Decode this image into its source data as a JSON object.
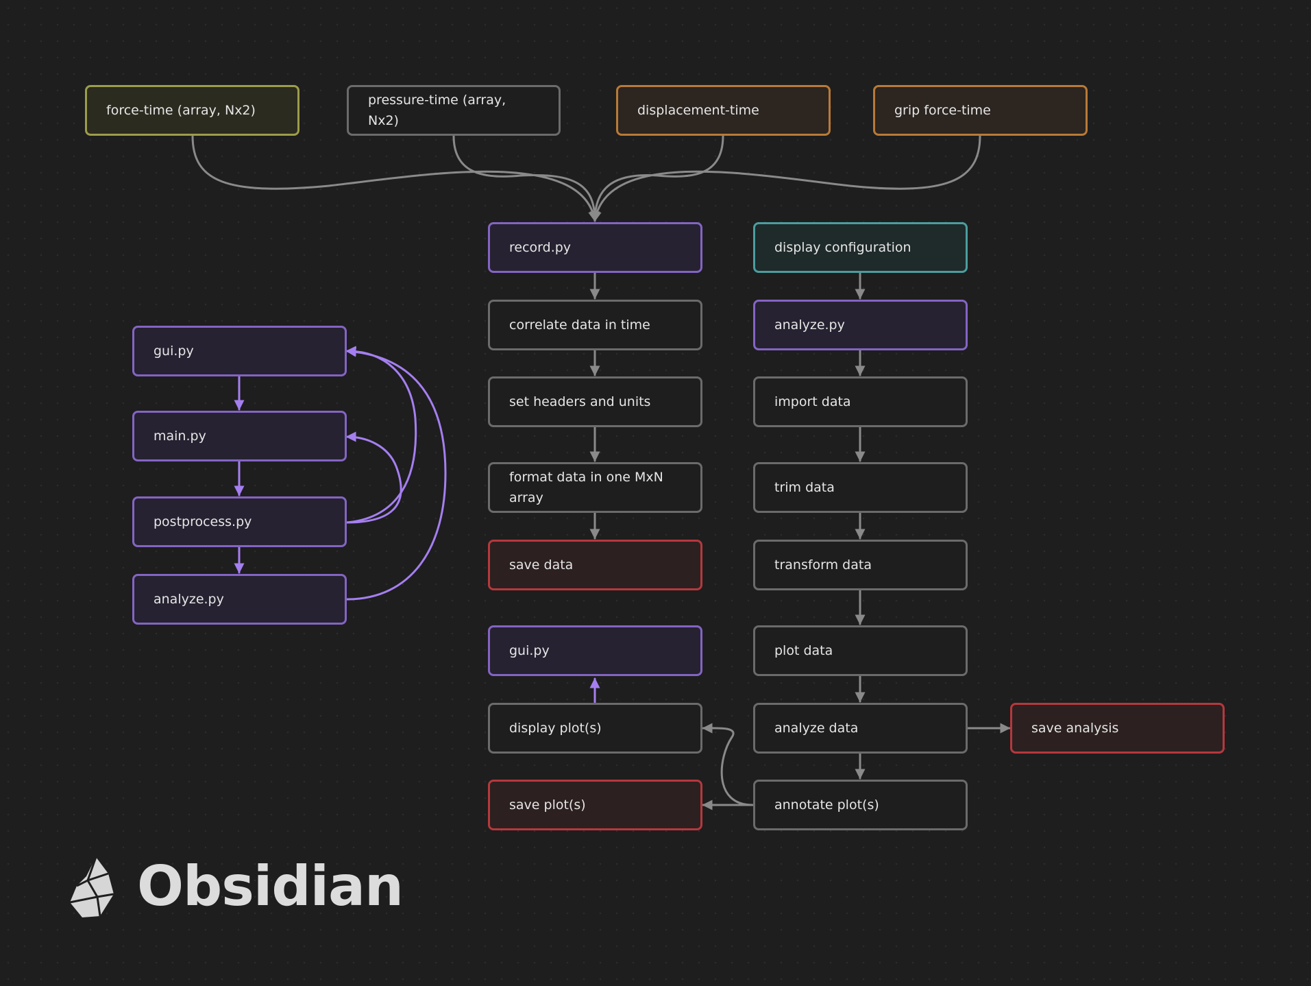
{
  "nodes": {
    "force_time": "force-time (array, Nx2)",
    "pressure_time": "pressure-time (array, Nx2)",
    "displacement_time": "displacement-time",
    "grip_force_time": "grip force-time",
    "record_py": "record.py",
    "correlate": "correlate data in time",
    "set_headers": "set headers and units",
    "format_data": "format data in one MxN array",
    "save_data": "save data",
    "gui_py_center": "gui.py",
    "display_plots": "display plot(s)",
    "save_plots": "save plot(s)",
    "display_config": "display configuration",
    "analyze_py_right": "analyze.py",
    "import_data": "import data",
    "trim_data": "trim data",
    "transform_data": "transform data",
    "plot_data": "plot data",
    "analyze_data": "analyze data",
    "annotate_plots": "annotate plot(s)",
    "save_analysis": "save analysis",
    "gui_py_left": "gui.py",
    "main_py": "main.py",
    "postprocess_py": "postprocess.py",
    "analyze_py_left": "analyze.py"
  },
  "colors": {
    "background": "#1e1e1e",
    "edge_gray": "#8a8a8a",
    "edge_purple": "#a57ff0",
    "yellow": "#9c9d4a",
    "orange": "#b87a37",
    "purple": "#8464c4",
    "cyan": "#4a9ea0",
    "red": "#b6383d"
  },
  "brand": {
    "logo_text": "Obsidian",
    "logo_icon": "obsidian-gem-icon"
  }
}
